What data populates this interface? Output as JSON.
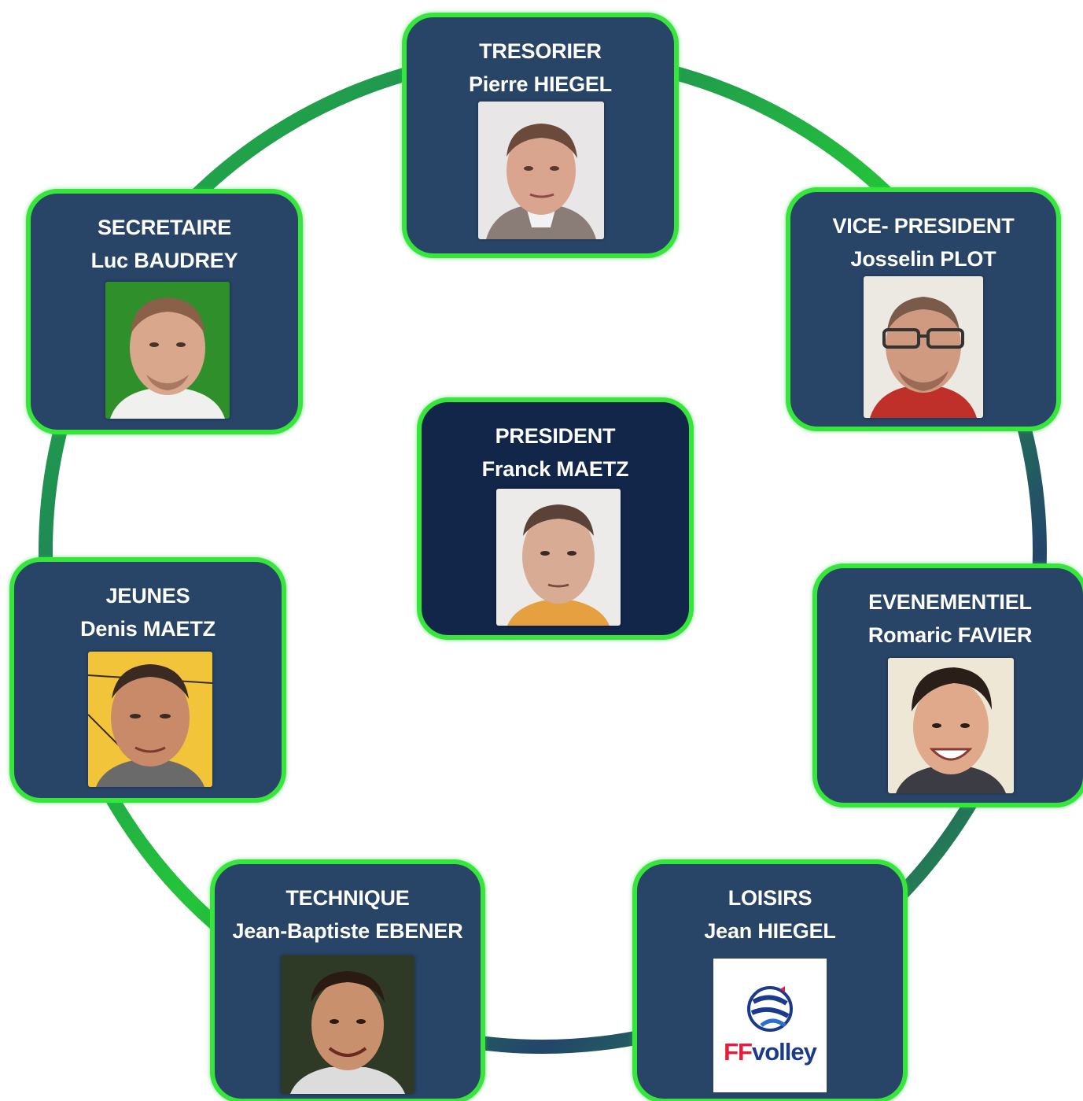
{
  "colors": {
    "card_fill": "#284466",
    "center_fill": "#12264a",
    "card_border": "#36e63a",
    "ring_green": "#24c53a",
    "ring_navy": "#23456a"
  },
  "members": {
    "tresorier": {
      "role": "TRESORIER",
      "name": "Pierre HIEGEL"
    },
    "vice": {
      "role": "VICE- PRESIDENT",
      "name": "Josselin PLOT"
    },
    "evenementiel": {
      "role": "EVENEMENTIEL",
      "name": "Romaric FAVIER"
    },
    "loisirs": {
      "role": "LOISIRS",
      "name": "Jean HIEGEL"
    },
    "technique": {
      "role": "TECHNIQUE",
      "name": "Jean-Baptiste EBENER"
    },
    "jeunes": {
      "role": "JEUNES",
      "name": "Denis MAETZ"
    },
    "secretaire": {
      "role": "SECRETAIRE",
      "name": "Luc BAUDREY"
    },
    "president": {
      "role": "PRESIDENT",
      "name": "Franck MAETZ"
    }
  },
  "logo": {
    "ff": "FF",
    "volley": "volley",
    "icon": "ffvolley-ball-icon"
  }
}
